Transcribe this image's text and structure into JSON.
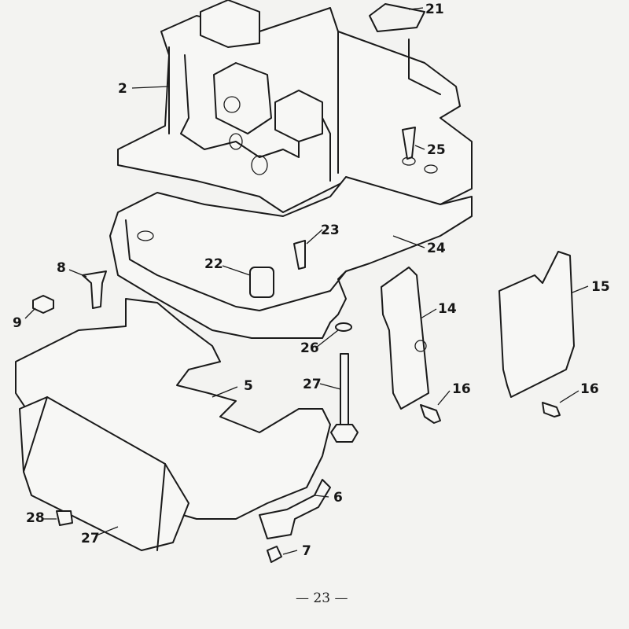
{
  "diagram": {
    "callouts": [
      "21",
      "2",
      "25",
      "23",
      "24",
      "22",
      "8",
      "9",
      "14",
      "15",
      "26",
      "27",
      "5",
      "16",
      "16",
      "6",
      "28",
      "27",
      "7"
    ],
    "page_number": "— 23 —"
  }
}
